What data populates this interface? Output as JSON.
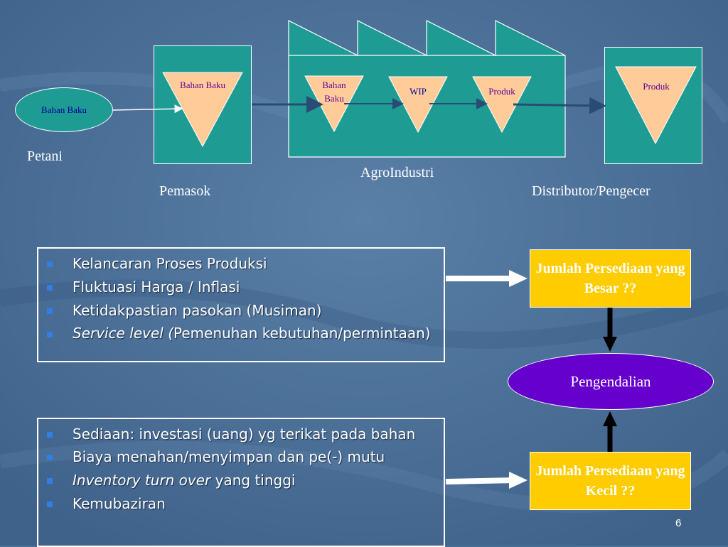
{
  "diagram": {
    "petani": {
      "ellipse_label": "Bahan Baku",
      "caption": "Petani"
    },
    "pemasok": {
      "triangle_label": "Bahan Baku",
      "caption": "Pemasok"
    },
    "agroindustri": {
      "triangles": [
        "Bahan Baku",
        "WIP",
        "Produk"
      ],
      "caption": "AgroIndustri"
    },
    "distributor": {
      "triangle_label": "Produk",
      "caption": "Distributor/Pengecer"
    }
  },
  "list_top": {
    "items": [
      {
        "plain": "Kelancaran Proses Produksi"
      },
      {
        "plain": "Fluktuasi Harga / Inflasi"
      },
      {
        "plain": "Ketidakpastian pasokan (Musiman)"
      },
      {
        "italic": "Service level (",
        "plain": "Pemenuhan kebutuhan/permintaan)"
      }
    ]
  },
  "list_bottom": {
    "items": [
      {
        "plain": "Sediaan: investasi (uang) yg terikat pada bahan"
      },
      {
        "plain": "Biaya menahan/menyimpan dan pe(-) mutu"
      },
      {
        "italic": "Inventory turn over",
        "plain": " yang tinggi"
      },
      {
        "plain": "Kemubaziran"
      }
    ]
  },
  "outcomes": {
    "large": "Jumlah Persediaan yang Besar ??",
    "control": "Pengendalian",
    "small": "Jumlah Persediaan yang Kecil ??"
  },
  "slide_number": "6",
  "colors": {
    "background": "#4a6f96",
    "teal": "#1e9c94",
    "peach": "#ffcc99",
    "yellow": "#ffcc00",
    "purple": "#6600cc",
    "navy_text": "#000099",
    "purple_text": "#660099",
    "bullet": "#2f7fe6"
  }
}
